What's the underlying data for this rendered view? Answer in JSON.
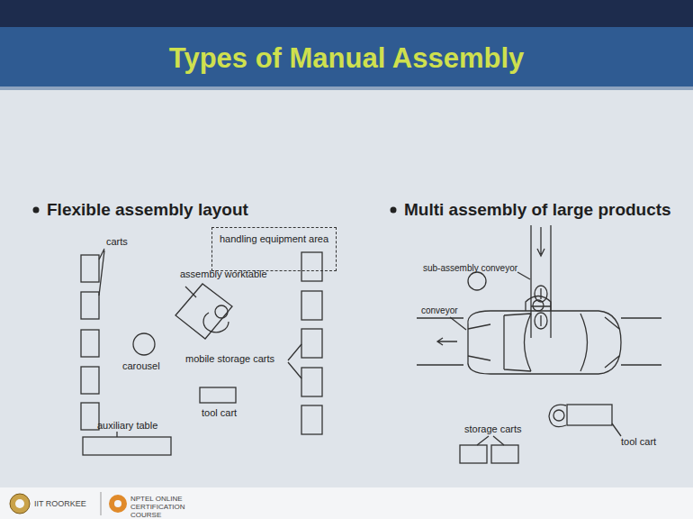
{
  "diagram": {
    "title": "Types of Manual Assembly",
    "nodes": [
      {
        "text": [
          "handling equipment area"
        ]
      }
    ],
    "labels": [
      "Flexible assembly layout",
      "Multi assembly of large products",
      "carts",
      "assembly worktable",
      "carousel",
      "mobile storage carts",
      "tool cart",
      "auxiliary table",
      "sub-assembly conveyor",
      "conveyor",
      "storage carts",
      "tool cart",
      "IIT ROORKEE",
      "NPTEL ONLINE CERTIFICATION COURSE"
    ]
  }
}
